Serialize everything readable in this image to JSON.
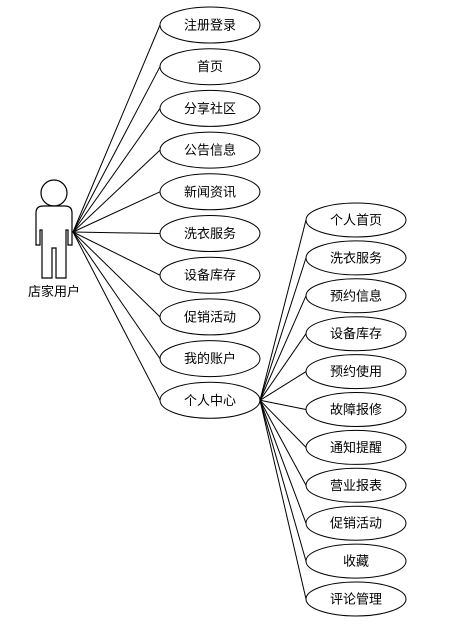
{
  "actor": {
    "label": "店家用户"
  },
  "top_level_use_cases": [
    {
      "id": "register",
      "label": "注册登录"
    },
    {
      "id": "home",
      "label": "首页"
    },
    {
      "id": "community",
      "label": "分享社区"
    },
    {
      "id": "notices",
      "label": "公告信息"
    },
    {
      "id": "news",
      "label": "新闻资讯"
    },
    {
      "id": "laundry",
      "label": "洗衣服务"
    },
    {
      "id": "equipment",
      "label": "设备库存"
    },
    {
      "id": "promotion",
      "label": "促销活动"
    },
    {
      "id": "account",
      "label": "我的账户"
    },
    {
      "id": "personal-center",
      "label": "个人中心"
    }
  ],
  "personal_center_use_cases": [
    {
      "id": "personal-home",
      "label": "个人首页"
    },
    {
      "id": "pc-laundry",
      "label": "洗衣服务"
    },
    {
      "id": "reservation-info",
      "label": "预约信息"
    },
    {
      "id": "pc-equipment",
      "label": "设备库存"
    },
    {
      "id": "reservation-use",
      "label": "预约使用"
    },
    {
      "id": "fault-report",
      "label": "故障报修"
    },
    {
      "id": "notification",
      "label": "通知提醒"
    },
    {
      "id": "business-report",
      "label": "营业报表"
    },
    {
      "id": "pc-promotion",
      "label": "促销活动"
    },
    {
      "id": "favorites",
      "label": "收藏"
    },
    {
      "id": "review-management",
      "label": "评论管理"
    }
  ]
}
